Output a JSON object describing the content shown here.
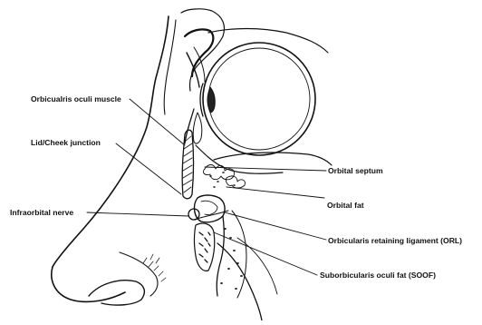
{
  "figure": {
    "subject": "Sagittal cross-section of the lower eyelid, cheek and orbit",
    "labels_left": {
      "orbicularis_oculi": "Orbicualris oculi muscle",
      "lid_cheek_junction": "Lid/Cheek  junction",
      "infraorbital_nerve": "Infraorbital nerve"
    },
    "labels_right": {
      "orbital_septum": "Orbital septum",
      "orbital_fat": "Orbital fat",
      "orl": "Orbicularis retaining ligament (ORL)",
      "soof": "Suborbicularis oculi fat (SOOF)"
    },
    "colors": {
      "ink": "#111111",
      "background": "#ffffff"
    }
  }
}
